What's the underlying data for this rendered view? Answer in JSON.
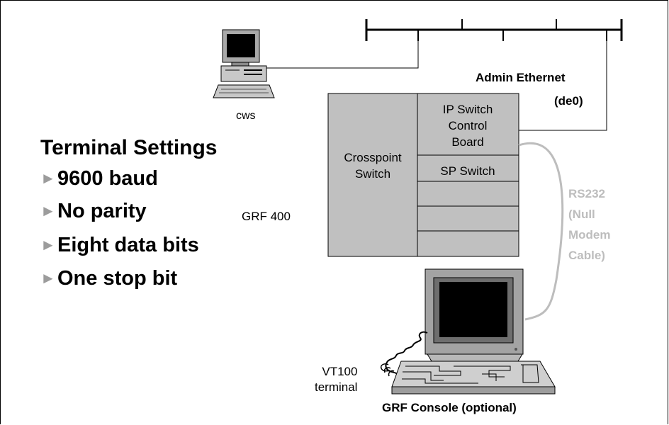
{
  "workstation": {
    "label": "cws",
    "icon": "desktop-computer-icon"
  },
  "network": {
    "line1": "Admin Ethernet",
    "line2": "(de0)"
  },
  "terminal_settings": {
    "title": "Terminal Settings",
    "bullet_icon": "triangle-right-icon",
    "items": [
      "9600 baud",
      "No parity",
      "Eight data bits",
      "One stop bit"
    ]
  },
  "router": {
    "label": "GRF 400",
    "crosspoint": [
      "Crosspoint",
      "Switch"
    ],
    "control_board": [
      "IP Switch",
      "Control",
      "Board"
    ],
    "sp_switch": "SP Switch"
  },
  "cable": {
    "lines": [
      "RS232",
      "(Null",
      "Modem",
      "Cable)"
    ],
    "color": "#bdbdbd"
  },
  "terminal": {
    "label_lines": [
      "VT100",
      "terminal"
    ],
    "icon": "crt-terminal-icon",
    "keyboard_icon": "keyboard-icon"
  },
  "console_caption": "GRF Console (optional)",
  "colors": {
    "box_fill": "#c0c0c0",
    "line": "#000000"
  }
}
